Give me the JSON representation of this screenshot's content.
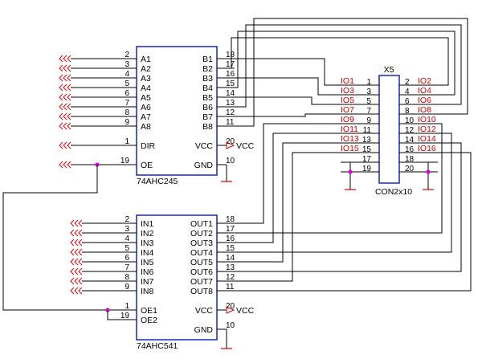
{
  "u1": {
    "ref": "74AHC245",
    "left_pins": [
      {
        "num": "2",
        "name": "A1"
      },
      {
        "num": "3",
        "name": "A2"
      },
      {
        "num": "4",
        "name": "A3"
      },
      {
        "num": "5",
        "name": "A4"
      },
      {
        "num": "6",
        "name": "A5"
      },
      {
        "num": "7",
        "name": "A6"
      },
      {
        "num": "8",
        "name": "A7"
      },
      {
        "num": "9",
        "name": "A8"
      }
    ],
    "right_pins": [
      {
        "num": "18",
        "name": "B1"
      },
      {
        "num": "17",
        "name": "B2"
      },
      {
        "num": "16",
        "name": "B3"
      },
      {
        "num": "15",
        "name": "B4"
      },
      {
        "num": "14",
        "name": "B5"
      },
      {
        "num": "13",
        "name": "B6"
      },
      {
        "num": "12",
        "name": "B7"
      },
      {
        "num": "11",
        "name": "B8"
      }
    ],
    "dir": {
      "num": "1",
      "name": "DIR"
    },
    "oe": {
      "num": "19",
      "name": "OE"
    },
    "vcc": {
      "num": "20",
      "name": "VCC"
    },
    "gnd": {
      "num": "10",
      "name": "GND"
    }
  },
  "u2": {
    "ref": "74AHC541",
    "left_pins": [
      {
        "num": "2",
        "name": "IN1"
      },
      {
        "num": "3",
        "name": "IN2"
      },
      {
        "num": "4",
        "name": "IN3"
      },
      {
        "num": "5",
        "name": "IN4"
      },
      {
        "num": "6",
        "name": "IN5"
      },
      {
        "num": "7",
        "name": "IN6"
      },
      {
        "num": "8",
        "name": "IN7"
      },
      {
        "num": "9",
        "name": "IN8"
      }
    ],
    "right_pins": [
      {
        "num": "18",
        "name": "OUT1"
      },
      {
        "num": "17",
        "name": "OUT2"
      },
      {
        "num": "16",
        "name": "OUT3"
      },
      {
        "num": "15",
        "name": "OUT4"
      },
      {
        "num": "14",
        "name": "OUT5"
      },
      {
        "num": "13",
        "name": "OUT6"
      },
      {
        "num": "12",
        "name": "OUT7"
      },
      {
        "num": "11",
        "name": "OUT8"
      }
    ],
    "oe1": {
      "num": "1",
      "name": "OE1"
    },
    "oe2": {
      "num": "19",
      "name": "OE2"
    },
    "vcc": {
      "num": "20",
      "name": "VCC"
    },
    "gnd": {
      "num": "10",
      "name": "GND"
    }
  },
  "x5": {
    "designator": "X5",
    "ref": "CON2x10",
    "left_pins": [
      {
        "num": "1",
        "net": "IO1"
      },
      {
        "num": "3",
        "net": "IO3"
      },
      {
        "num": "5",
        "net": "IO5"
      },
      {
        "num": "7",
        "net": "IO7"
      },
      {
        "num": "9",
        "net": "IO9"
      },
      {
        "num": "11",
        "net": "IO11"
      },
      {
        "num": "13",
        "net": "IO13"
      },
      {
        "num": "15",
        "net": "IO15"
      },
      {
        "num": "17",
        "net": ""
      },
      {
        "num": "19",
        "net": ""
      }
    ],
    "right_pins": [
      {
        "num": "2",
        "net": "IO2"
      },
      {
        "num": "4",
        "net": "IO4"
      },
      {
        "num": "6",
        "net": "IO6"
      },
      {
        "num": "8",
        "net": "IO8"
      },
      {
        "num": "10",
        "net": "IO10"
      },
      {
        "num": "12",
        "net": "IO12"
      },
      {
        "num": "14",
        "net": "IO14"
      },
      {
        "num": "16",
        "net": "IO16"
      },
      {
        "num": "18",
        "net": ""
      },
      {
        "num": "20",
        "net": ""
      }
    ]
  },
  "power_label": "VCC",
  "colors": {
    "wire": "#000000",
    "body": "#2233cc",
    "net_label": "#e00000",
    "junction": "#e000e0"
  }
}
